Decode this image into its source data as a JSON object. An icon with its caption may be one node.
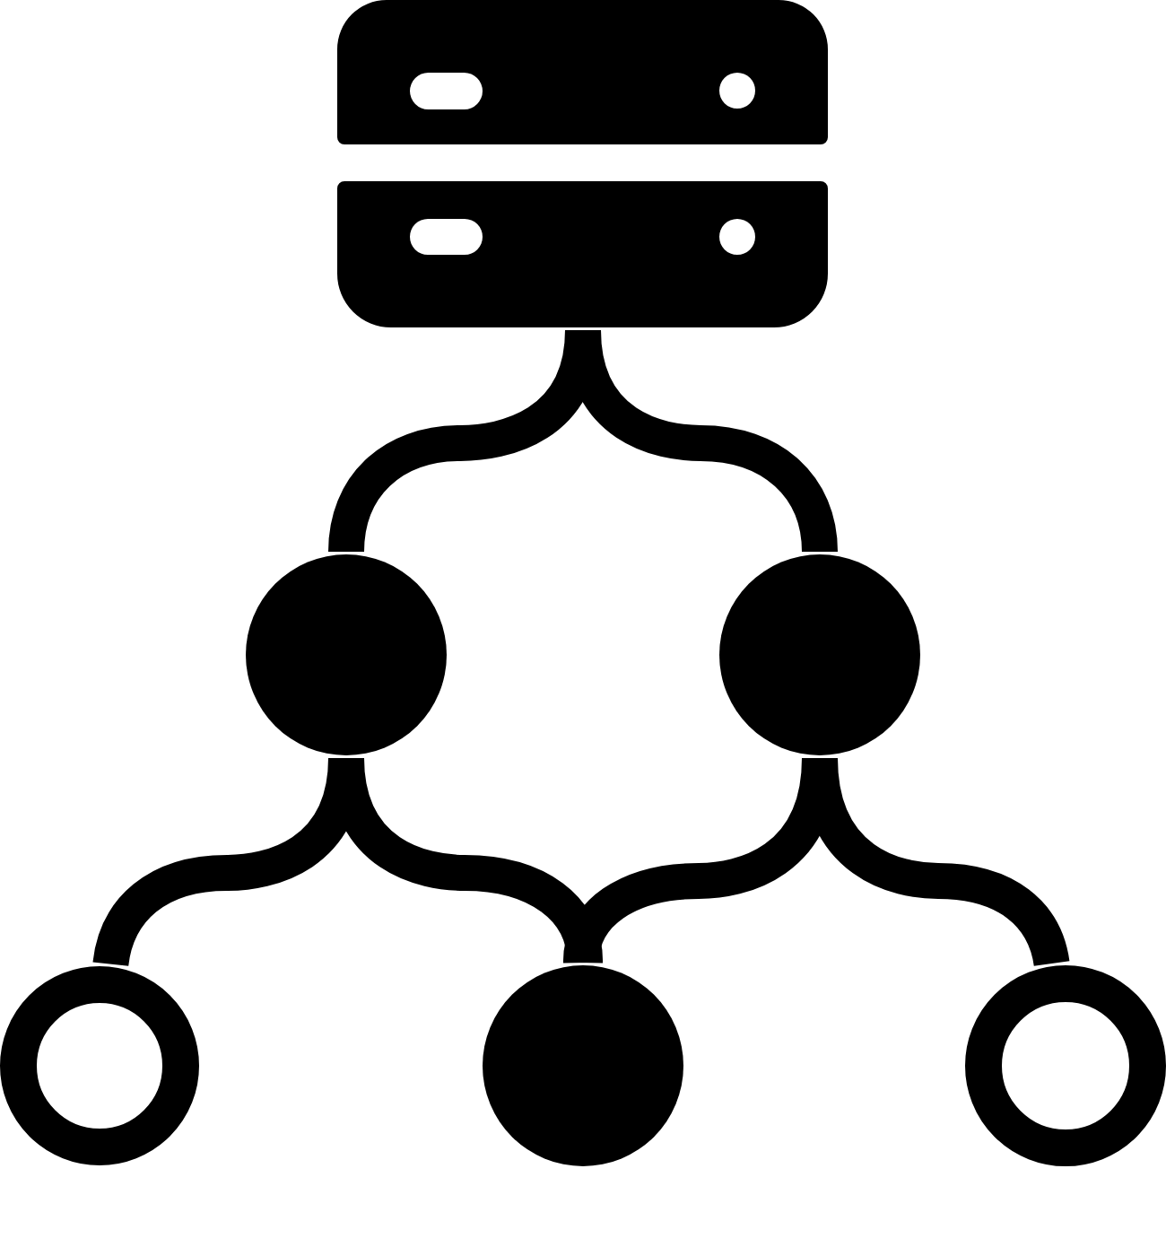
{
  "diagram": {
    "nodes": [
      {
        "text": [],
        "shape": "box"
      },
      {
        "text": [],
        "shape": "circle"
      },
      {
        "text": [],
        "shape": "circle"
      },
      {
        "text": [],
        "shape": "ring"
      },
      {
        "text": [],
        "shape": "circle"
      },
      {
        "text": [],
        "shape": "ring"
      }
    ],
    "edges": [
      {
        "from": 0,
        "to": 1,
        "arrow": "none"
      },
      {
        "from": 0,
        "to": 2,
        "arrow": "none"
      },
      {
        "from": 1,
        "to": 3,
        "arrow": "none"
      },
      {
        "from": 1,
        "to": 4,
        "arrow": "none"
      },
      {
        "from": 2,
        "to": 4,
        "arrow": "none"
      },
      {
        "from": 2,
        "to": 5,
        "arrow": "none"
      }
    ]
  }
}
